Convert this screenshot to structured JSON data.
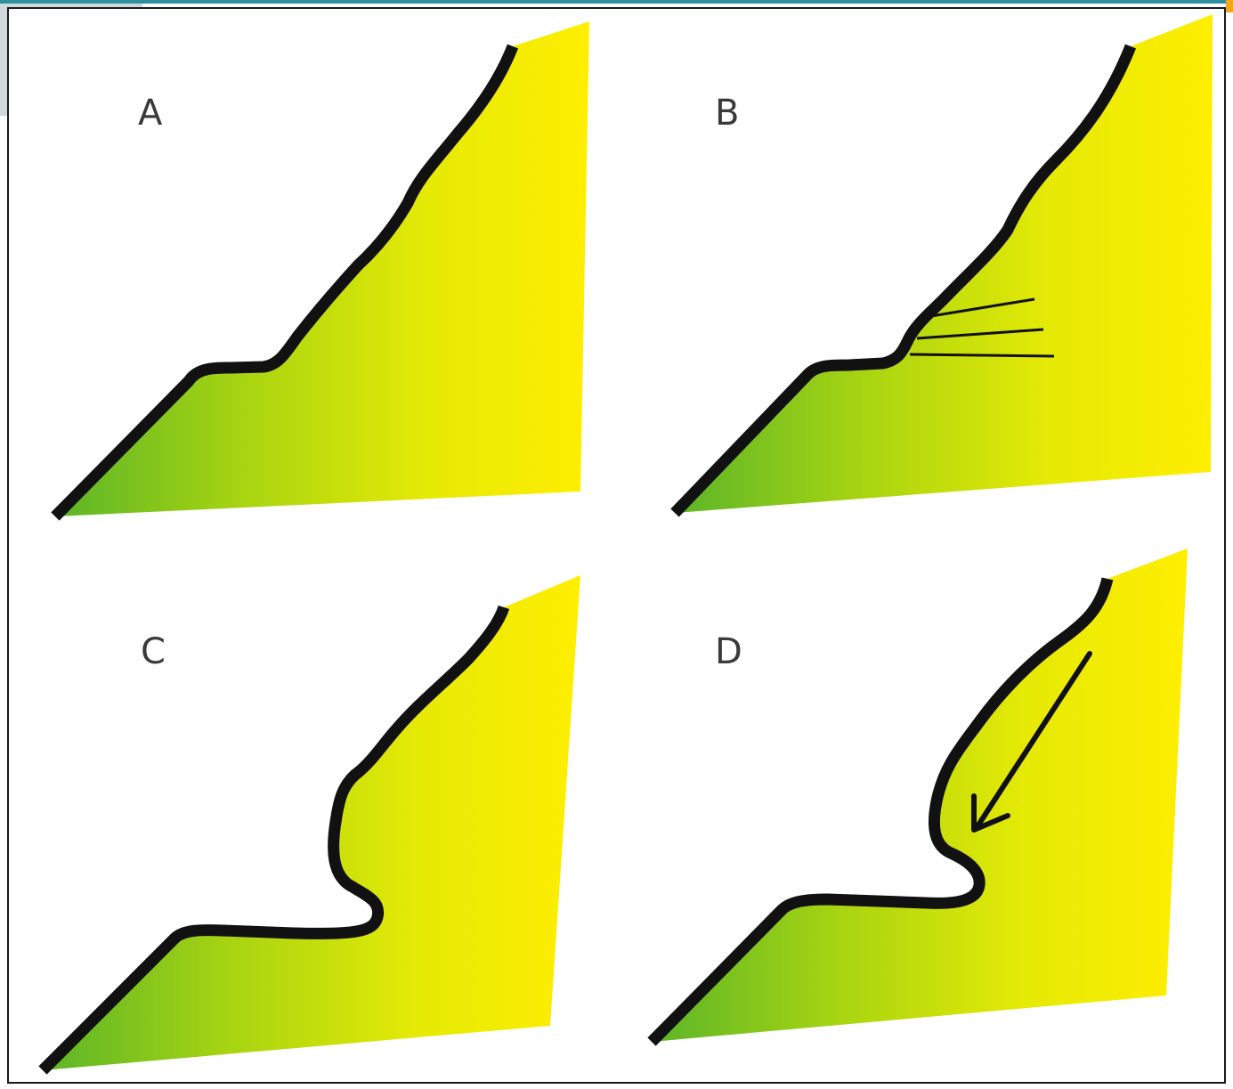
{
  "panels": [
    {
      "label": "A"
    },
    {
      "label": "B"
    },
    {
      "label": "C"
    },
    {
      "label": "D"
    }
  ],
  "colors": {
    "gradient_start": "#5cb528",
    "gradient_end": "#ffee00",
    "profile_line": "#111111",
    "frame": "#1a1a1a"
  }
}
